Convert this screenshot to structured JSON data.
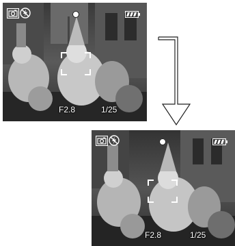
{
  "screens": [
    {
      "aperture": "F2.8",
      "shutter": "1/25"
    },
    {
      "aperture": "F2.8",
      "shutter": "1/25"
    }
  ],
  "icons": {
    "mode": "camera-icon",
    "flash": "flash-off-icon",
    "focus": "focus-dot-icon",
    "battery": "battery-full-icon",
    "focus_frame": "af-frame-icon",
    "transition": "down-arrow-icon"
  },
  "colors": {
    "overlay_text": "#ffffff",
    "background": "#ffffff"
  }
}
